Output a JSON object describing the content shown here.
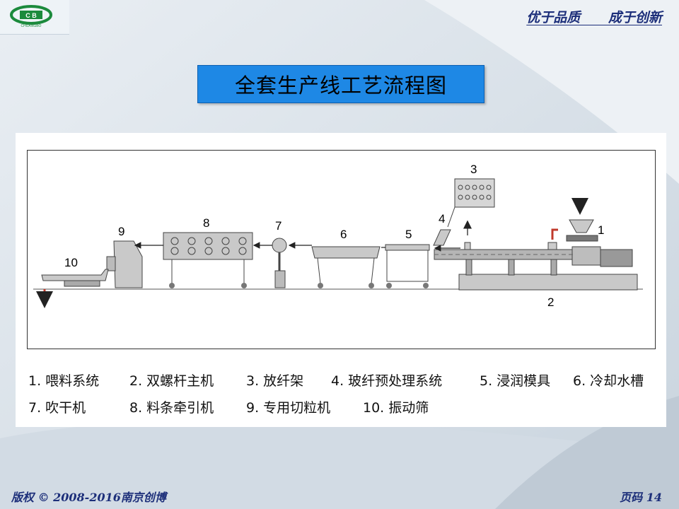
{
  "header": {
    "slogan": "优于品质      成于创新",
    "logo_text": "CHUANGBO"
  },
  "title": "全套生产线工艺流程图",
  "diagram": {
    "labels": {
      "n1": "1",
      "n2": "2",
      "n3": "3",
      "n4": "4",
      "n5": "5",
      "n6": "6",
      "n7": "7",
      "n8": "8",
      "n9": "9",
      "n10": "10"
    }
  },
  "legend": {
    "row1": [
      "1. 喂料系统",
      "2. 双螺杆主机",
      "3. 放纤架",
      "4. 玻纤预处理系统",
      "5. 浸润模具",
      "6. 冷却水槽"
    ],
    "row2": [
      "7. 吹干机",
      "8. 料条牵引机",
      "9. 专用切粒机",
      "10. 振动筛"
    ]
  },
  "footer": {
    "copyright": "版权 © 2008-2016南京创博",
    "page": "页码 14"
  },
  "colors": {
    "title_bg": "#1e88e5",
    "brand_text": "#1d2f7a",
    "arrow_red": "#c0392b",
    "machine_gray": "#c9c9c9"
  }
}
